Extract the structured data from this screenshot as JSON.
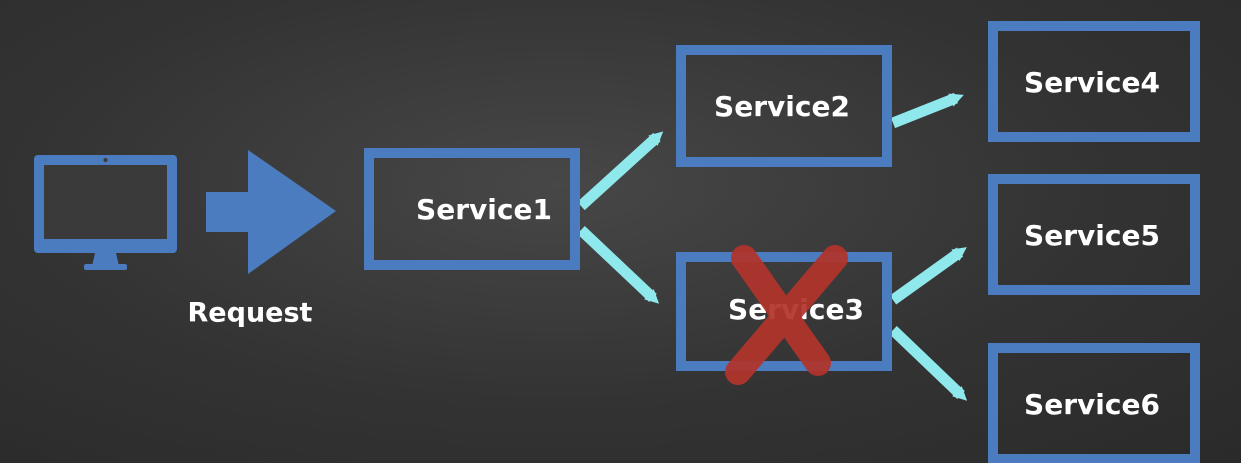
{
  "diagram": {
    "request_label": "Request",
    "services": {
      "s1": "Service1",
      "s2": "Service2",
      "s3": "Service3",
      "s4": "Service4",
      "s5": "Service5",
      "s6": "Service6"
    },
    "failed_service": "Service3"
  },
  "colors": {
    "box_border": "#4b7cbf",
    "box_fill": "#333333",
    "arrow": "#8fe8ec",
    "client": "#4b7cbf",
    "failure_mark": "#b2342c",
    "text": "#ffffff"
  },
  "icons": {
    "client": "monitor-icon",
    "request_arrow": "arrow-right-icon",
    "failure": "cross-mark-icon"
  }
}
